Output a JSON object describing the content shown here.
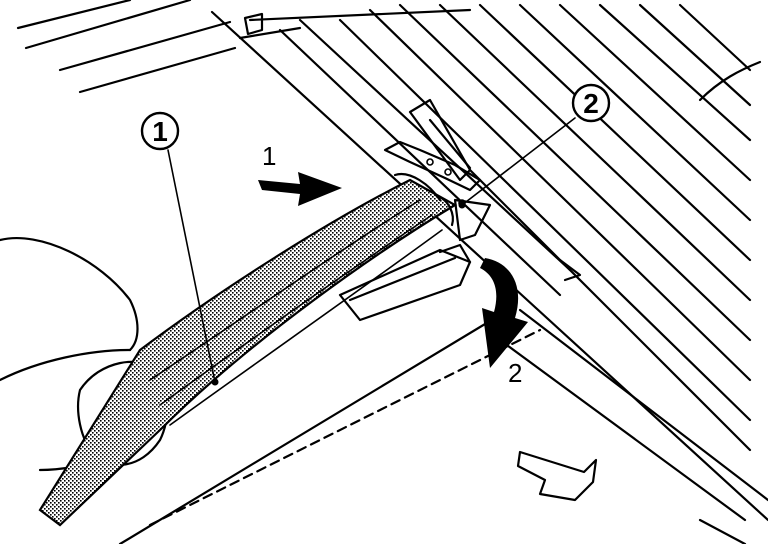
{
  "figure": {
    "callouts": [
      {
        "id": "callout-1",
        "label": "1"
      },
      {
        "id": "callout-2",
        "label": "2"
      }
    ],
    "steps": [
      {
        "id": "step-1",
        "label": "1"
      },
      {
        "id": "step-2",
        "label": "2"
      }
    ],
    "colors": {
      "line": "#000000",
      "background": "#ffffff",
      "shade": "#9a9a9a"
    }
  }
}
